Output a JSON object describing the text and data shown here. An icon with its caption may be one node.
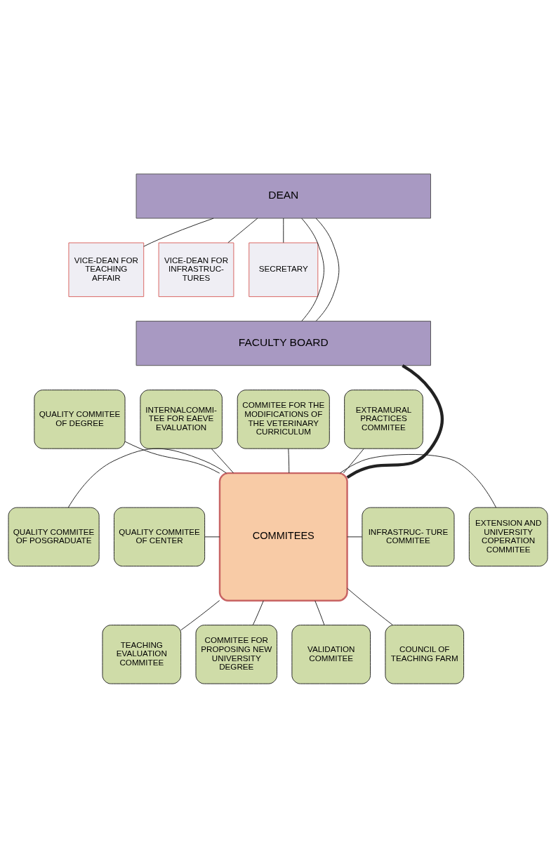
{
  "diagram": {
    "nodes": [
      {
        "text": [
          "DEAN"
        ]
      },
      {
        "text": [
          "VICE-DEAN FOR TEACHING AFFAIR"
        ]
      },
      {
        "text": [
          "VICE-DEAN FOR INFRASTRUC- TURES"
        ]
      },
      {
        "text": [
          "SECRETARY"
        ]
      },
      {
        "text": [
          "FACULTY BOARD"
        ]
      },
      {
        "text": [
          "QUALITY COMMITEE OF DEGREE"
        ]
      },
      {
        "text": [
          "INTERNALCOMMI- TEE FOR EAEVE EVALUATION"
        ]
      },
      {
        "text": [
          "COMMITEE FOR THE MODIFICATIONS OF THE VETERINARY CURRICULUM"
        ]
      },
      {
        "text": [
          "EXTRAMURAL PRACTICES COMMITEE"
        ]
      },
      {
        "text": [
          "QUALITY COMMITEE OF POSGRADUATE"
        ]
      },
      {
        "text": [
          "COMMITEES"
        ]
      },
      {
        "text": [
          "INFRASTRUC- TURE COMMITEE"
        ]
      },
      {
        "text": [
          "QUALITY COMMITEE OF CENTER"
        ]
      },
      {
        "text": [
          "EXTENSION AND UNIVERSITY COPERATION COMMITEE"
        ]
      },
      {
        "text": [
          "TEACHING EVALUATION COMMITEE"
        ]
      },
      {
        "text": [
          "COMMITEE FOR PROPOSING NEW UNIVERSITY DEGREE"
        ]
      },
      {
        "text": [
          "VALIDATION COMMITEE"
        ]
      },
      {
        "text": [
          "COUNCIL OF TEACHING FARM"
        ]
      }
    ],
    "edges": [
      {
        "from": 0,
        "to": 1,
        "arrow": "none"
      },
      {
        "from": 0,
        "to": 2,
        "arrow": "none"
      },
      {
        "from": 0,
        "to": 3,
        "arrow": "none"
      },
      {
        "from": 0,
        "to": 4,
        "arrow": "none"
      },
      {
        "from": 0,
        "to": 4,
        "arrow": "none"
      },
      {
        "from": 4,
        "to": 10,
        "arrow": "none",
        "style": "thick"
      },
      {
        "from": 10,
        "to": 5,
        "arrow": "none"
      },
      {
        "from": 10,
        "to": 6,
        "arrow": "none"
      },
      {
        "from": 10,
        "to": 7,
        "arrow": "none"
      },
      {
        "from": 10,
        "to": 8,
        "arrow": "none"
      },
      {
        "from": 10,
        "to": 9,
        "arrow": "none"
      },
      {
        "from": 10,
        "to": 11,
        "arrow": "none"
      },
      {
        "from": 10,
        "to": 12,
        "arrow": "none"
      },
      {
        "from": 10,
        "to": 13,
        "arrow": "none"
      },
      {
        "from": 10,
        "to": 14,
        "arrow": "none"
      },
      {
        "from": 10,
        "to": 15,
        "arrow": "none"
      },
      {
        "from": 10,
        "to": 16,
        "arrow": "none"
      },
      {
        "from": 10,
        "to": 17,
        "arrow": "none"
      }
    ]
  }
}
